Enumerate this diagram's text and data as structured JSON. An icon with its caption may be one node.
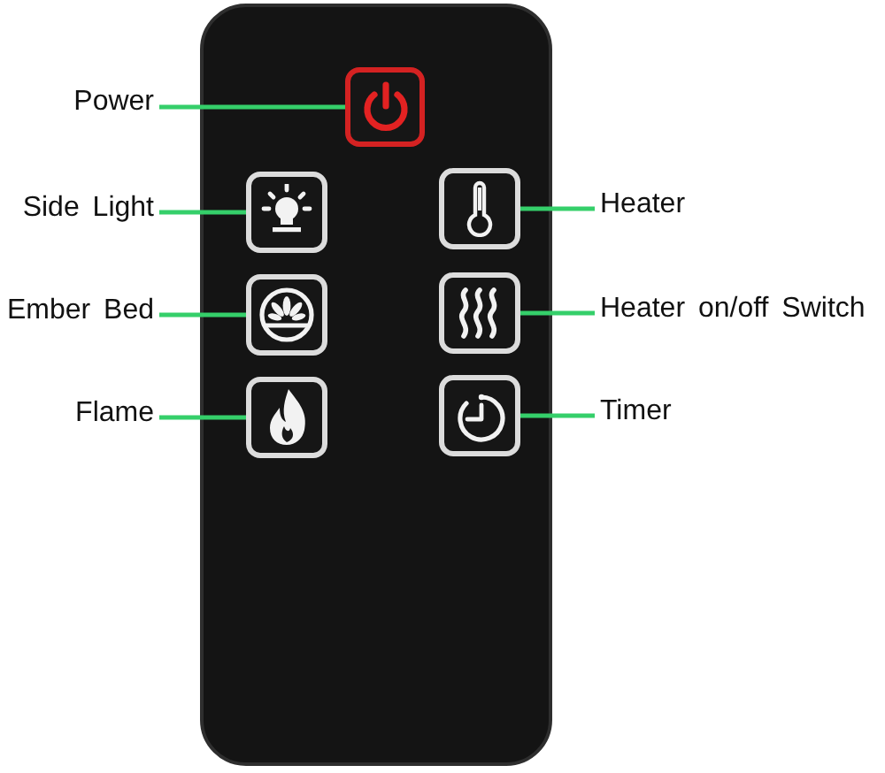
{
  "diagram": {
    "nodes": [
      {
        "text": [],
        "shape": "box"
      },
      {
        "text": [
          "Power"
        ]
      },
      {
        "text": [],
        "shape": "box",
        "in": 0
      },
      {
        "text": [
          "Side Light"
        ]
      },
      {
        "text": [],
        "shape": "box",
        "in": 0
      },
      {
        "text": [],
        "shape": "box",
        "in": 0
      },
      {
        "text": [
          "Heater"
        ]
      },
      {
        "text": [
          "Ember Bed"
        ]
      },
      {
        "text": [],
        "shape": "box",
        "in": 0
      },
      {
        "text": [],
        "shape": "box",
        "in": 0
      },
      {
        "text": [
          "Heater on/off Switch"
        ]
      },
      {
        "text": [
          "Flame"
        ]
      },
      {
        "text": [],
        "shape": "box",
        "in": 0
      },
      {
        "text": [],
        "shape": "box",
        "in": 0
      },
      {
        "text": [
          "Timer"
        ]
      }
    ],
    "edges": [
      {
        "from": 1,
        "to": 2,
        "arrow": "none"
      },
      {
        "from": 3,
        "to": 4,
        "arrow": "none"
      },
      {
        "from": 6,
        "to": 5,
        "arrow": "none"
      },
      {
        "from": 7,
        "to": 8,
        "arrow": "none"
      },
      {
        "from": 10,
        "to": 9,
        "arrow": "none"
      },
      {
        "from": 11,
        "to": 12,
        "arrow": "none"
      },
      {
        "from": 14,
        "to": 13,
        "arrow": "none"
      }
    ]
  }
}
